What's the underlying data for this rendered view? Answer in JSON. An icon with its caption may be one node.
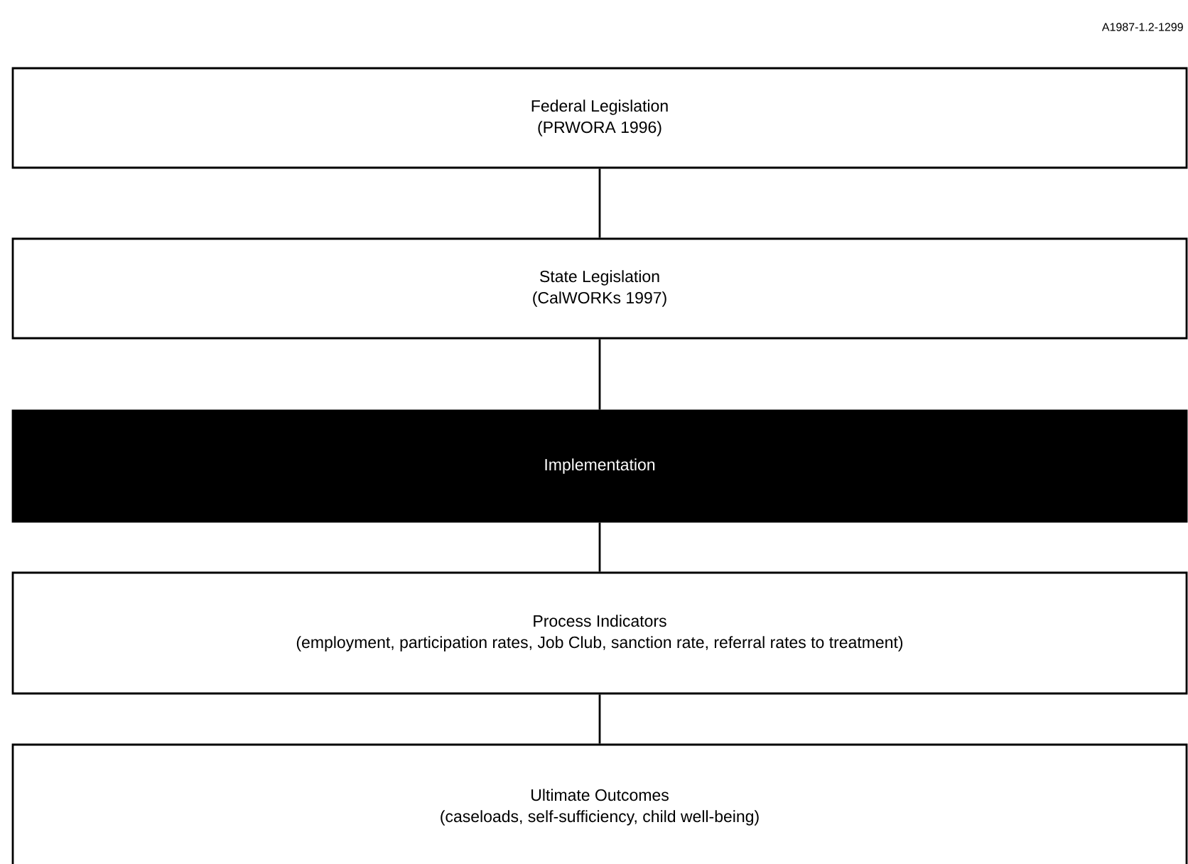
{
  "diagram": {
    "nodes": [
      {
        "text": [
          "Federal Legislation",
          "(PRWORA 1996)"
        ]
      },
      {
        "text": [
          "State Legislation",
          "(CalWORKs 1997)"
        ]
      },
      {
        "text": [
          "Implementation"
        ]
      },
      {
        "text": [
          "Process Indicators",
          "(employment, participation rates, Job Club, sanction rate, referral rates to treatment)"
        ]
      },
      {
        "text": [
          "Ultimate Outcomes",
          "(caseloads, self-sufficiency, child well-being)"
        ]
      }
    ],
    "edges": [
      {
        "from": 0,
        "to": 1,
        "arrow": "none"
      },
      {
        "from": 1,
        "to": 2,
        "arrow": "none"
      },
      {
        "from": 2,
        "to": 3,
        "arrow": "none"
      },
      {
        "from": 3,
        "to": 4,
        "arrow": "none"
      }
    ],
    "labels": [
      "A1987-1.2-1299"
    ]
  }
}
